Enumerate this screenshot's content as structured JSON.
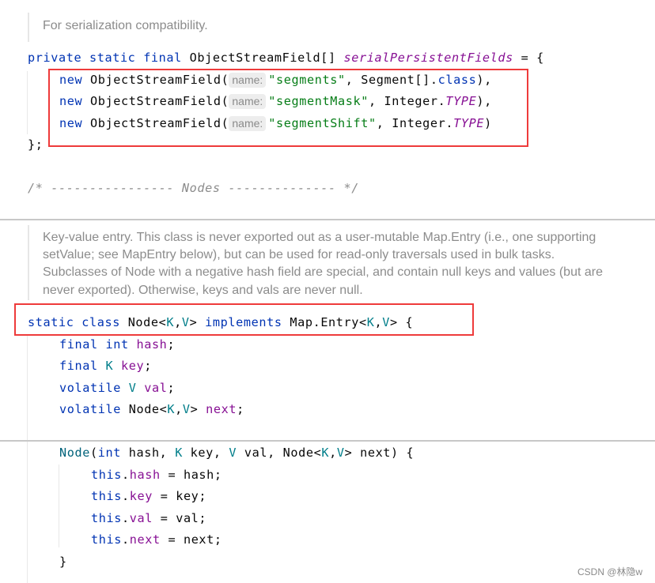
{
  "doc_comments": {
    "serialization": "For serialization compatibility.",
    "node_lines": [
      "Key-value entry. This class is never exported out as a user-mutable Map.Entry (i.e., one supporting",
      "setValue; see MapEntry below), but can be used for read-only traversals used in bulk tasks.",
      "Subclasses of Node with a negative hash field are special, and contain null keys and values (but are",
      "never exported). Otherwise, keys and vals are never null."
    ]
  },
  "serial_fields_decl": {
    "kw_private": "private",
    "kw_static": "static",
    "kw_final": "final",
    "type": "ObjectStreamField[]",
    "name": "serialPersistentFields",
    "assign": " = {",
    "entries": [
      {
        "kw_new": "new",
        "ctor": "ObjectStreamField(",
        "hint": "name:",
        "str": "\"segments\"",
        "rest_plain": ", Segment[].",
        "rest_kw": "class",
        "rest_ital": "",
        "tail": "),"
      },
      {
        "kw_new": "new",
        "ctor": "ObjectStreamField(",
        "hint": "name:",
        "str": "\"segmentMask\"",
        "rest_plain": ", Integer.",
        "rest_kw": "",
        "rest_ital": "TYPE",
        "tail": "),"
      },
      {
        "kw_new": "new",
        "ctor": "ObjectStreamField(",
        "hint": "name:",
        "str": "\"segmentShift\"",
        "rest_plain": ", Integer.",
        "rest_kw": "",
        "rest_ital": "TYPE",
        "tail": ")"
      }
    ],
    "close": "};"
  },
  "section_comment": "/* ---------------- Nodes -------------- */",
  "node_class": {
    "decl": {
      "kw_static": "static",
      "kw_class": "class",
      "name": "Node<",
      "tp_k": "K",
      "comma": ",",
      "tp_v": "V",
      "gt": ">",
      "kw_implements": "implements",
      "iface": "Map.Entry<",
      "iface_k": "K",
      "iface_comma": ",",
      "iface_v": "V",
      "iface_end": "> {"
    },
    "fields": [
      {
        "mods": "final int",
        "type": "",
        "name": "hash",
        "end": ";"
      },
      {
        "mods": "final",
        "type": "K",
        "name": "key",
        "end": ";"
      },
      {
        "mods": "volatile",
        "type": "V",
        "name": "val",
        "end": ";"
      },
      {
        "mods": "volatile",
        "type": "Node<K,V>",
        "name": "next",
        "end": ";"
      }
    ],
    "constructor": {
      "name": "Node",
      "signature_parts": {
        "open": "(",
        "int_kw": "int",
        "p1": " hash, ",
        "k": "K",
        "p2": " key, ",
        "v": "V",
        "p3": " val, Node<",
        "k2": "K",
        "comma": ",",
        "v2": "V",
        "p4": "> next) {"
      },
      "body": [
        {
          "this": "this",
          "dot": ".",
          "field": "hash",
          "rest": " = hash;"
        },
        {
          "this": "this",
          "dot": ".",
          "field": "key",
          "rest": " = key;"
        },
        {
          "this": "this",
          "dot": ".",
          "field": "val",
          "rest": " = val;"
        },
        {
          "this": "this",
          "dot": ".",
          "field": "next",
          "rest": " = next;"
        }
      ],
      "close": "}"
    }
  },
  "watermark": "CSDN @林隐w",
  "colors": {
    "keyword": "#0033b3",
    "string": "#067d17",
    "field": "#871094",
    "type_param": "#007e8a",
    "comment": "#8c8c8c",
    "highlight_box": "#ee3b3b"
  }
}
